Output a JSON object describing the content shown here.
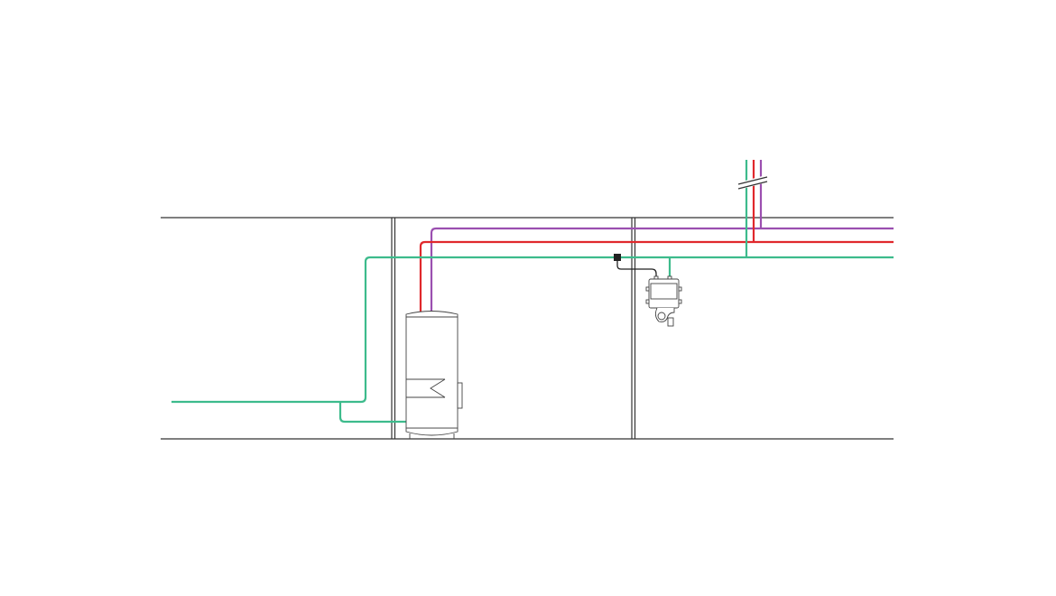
{
  "diagram": {
    "colors": {
      "cold_water": "#3dbb8c",
      "hot_water": "#e0282c",
      "circulation": "#9b4fb0",
      "structure": "#333333",
      "control_cable": "#222222"
    },
    "components": [
      "storage-water-heater",
      "circulation-pump-unit",
      "control-sensor",
      "floor-slabs",
      "walls",
      "pipe-break-mark"
    ]
  }
}
